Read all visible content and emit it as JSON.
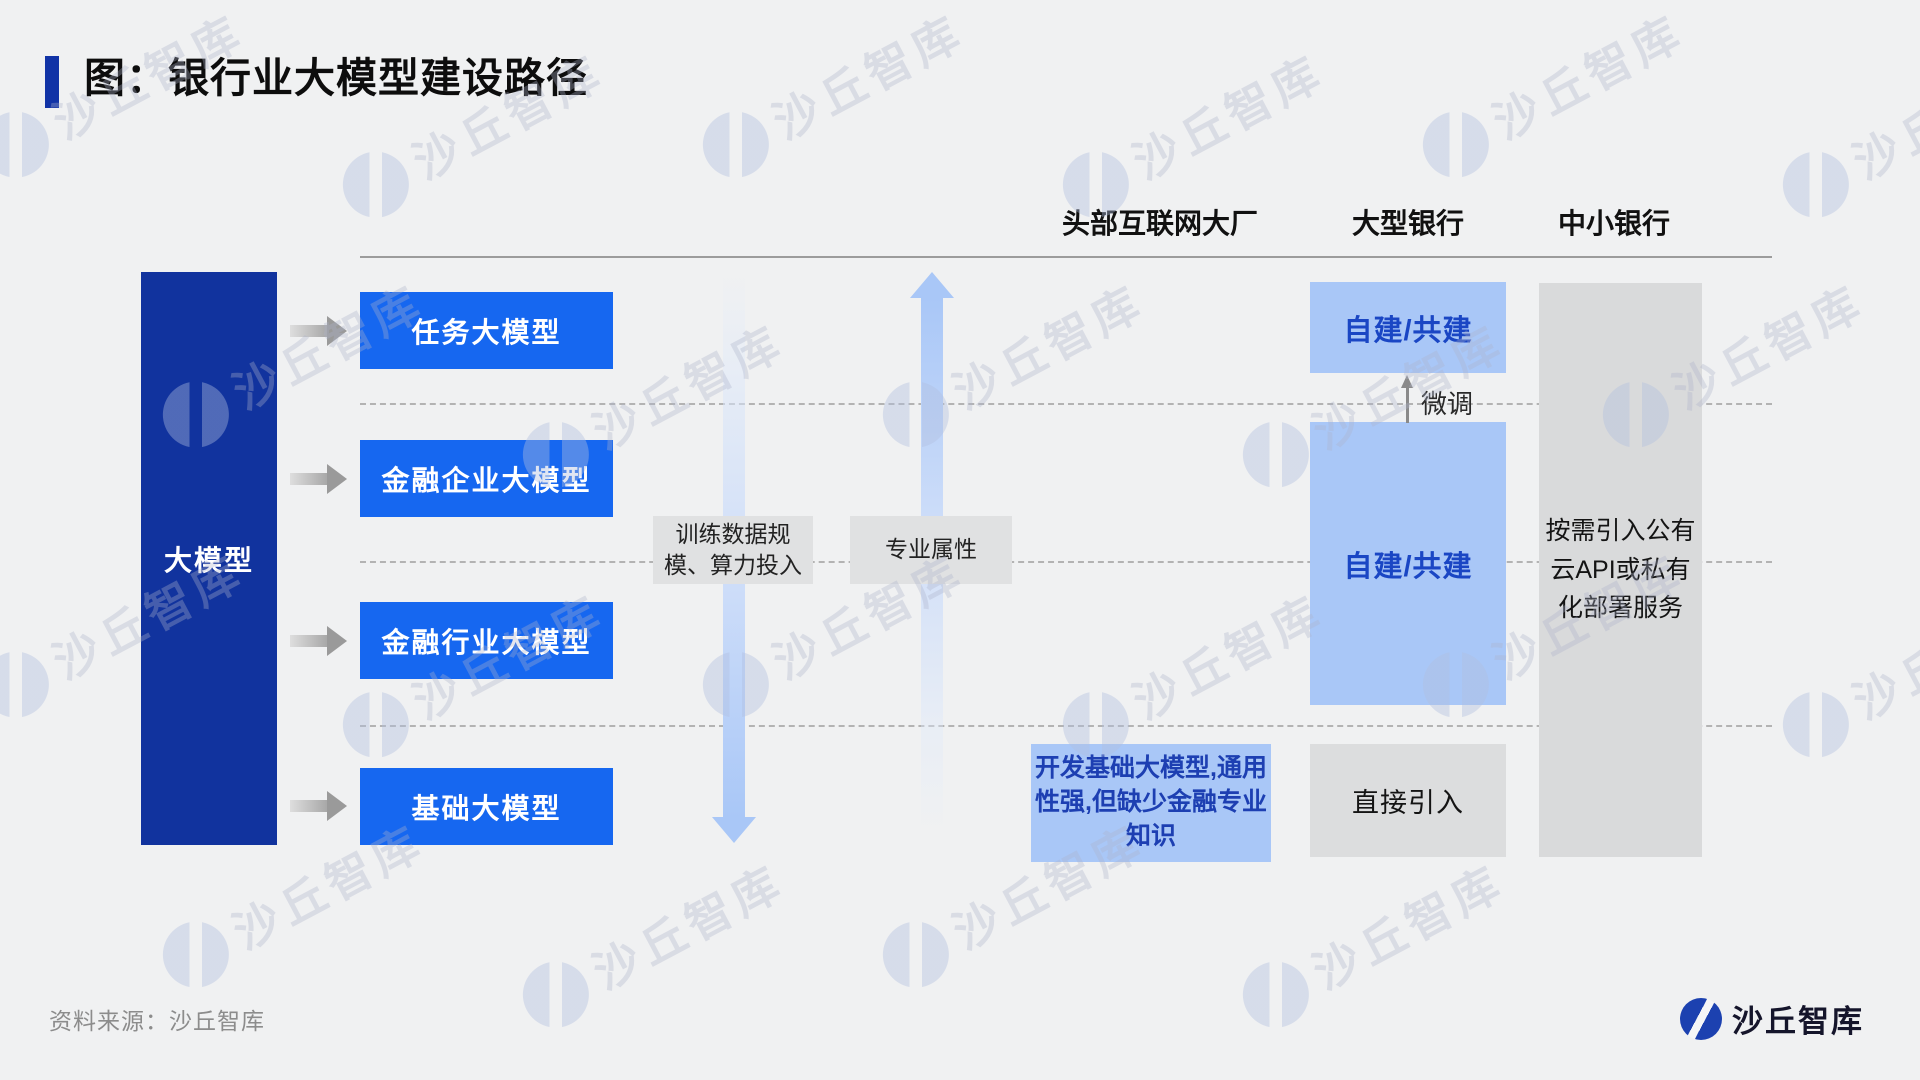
{
  "title": "图：银行业大模型建设路径",
  "watermark": {
    "text": "沙丘智库"
  },
  "columns": {
    "internet": "头部互联网大厂",
    "large_bank": "大型银行",
    "small_bank": "中小银行"
  },
  "left": {
    "root": "大模型",
    "models": [
      "任务大模型",
      "金融企业大模型",
      "金融行业大模型",
      "基础大模型"
    ]
  },
  "axes": {
    "down_label": "训练数据规模、算力投入",
    "up_label": "专业属性"
  },
  "large_bank": {
    "top_box": "自建/共建",
    "mid_box": "自建/共建",
    "bottom_box": "直接引入",
    "arrow_label": "微调"
  },
  "internet": {
    "bottom_box": "开发基础大模型,通用性强,但缺少金融专业知识"
  },
  "small_bank": {
    "box": "按需引入公有云API或私有化部署服务"
  },
  "footer": {
    "source": "资料来源：沙丘智库",
    "brand": "沙丘智库"
  },
  "colors": {
    "background": "#f0f1f2",
    "accent_dark_blue": "#11339e",
    "primary_blue": "#1667f0",
    "light_blue": "#a9c7f7",
    "light_blue_text": "#1a46c4",
    "gray_box": "#dcddde",
    "title_accent": "#1133a6"
  }
}
